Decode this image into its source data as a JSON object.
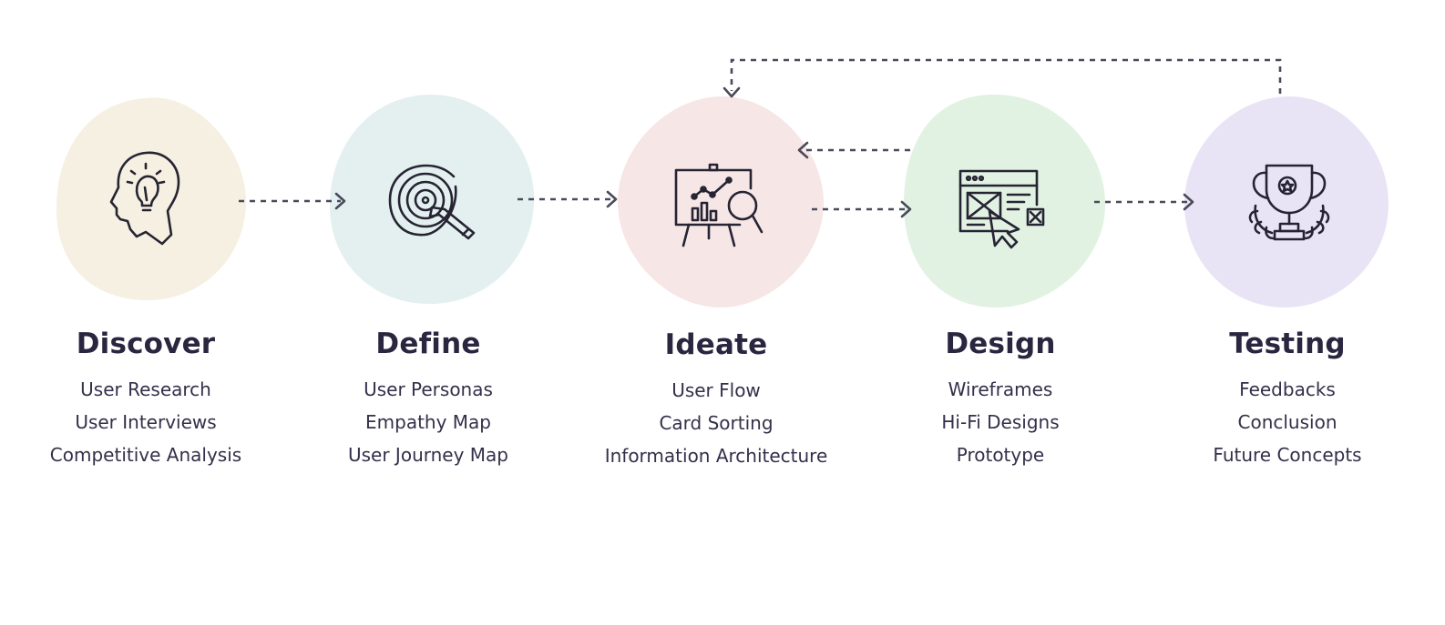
{
  "colors": {
    "discover_blob": "#f5f0e1",
    "define_blob": "#e4f0ef",
    "ideate_blob": "#f6e6e6",
    "design_blob": "#e1f2e2",
    "testing_blob": "#e8e4f5",
    "text": "#2b2640",
    "arrow": "#4a4a5c"
  },
  "stages": [
    {
      "title": "Discover",
      "icon": "head-lightbulb-icon",
      "items": [
        "User Research",
        "User Interviews",
        "Competitive Analysis"
      ]
    },
    {
      "title": "Define",
      "icon": "target-pencil-icon",
      "items": [
        "User Personas",
        "Empathy Map",
        "User Journey Map"
      ]
    },
    {
      "title": "Ideate",
      "icon": "presentation-magnifier-icon",
      "items": [
        "User Flow",
        "Card Sorting",
        "Information Architecture"
      ]
    },
    {
      "title": "Design",
      "icon": "wireframe-cursor-icon",
      "items": [
        "Wireframes",
        "Hi-Fi Designs",
        "Prototype"
      ]
    },
    {
      "title": "Testing",
      "icon": "trophy-laurel-icon",
      "items": [
        "Feedbacks",
        "Conclusion",
        "Future Concepts"
      ]
    }
  ]
}
